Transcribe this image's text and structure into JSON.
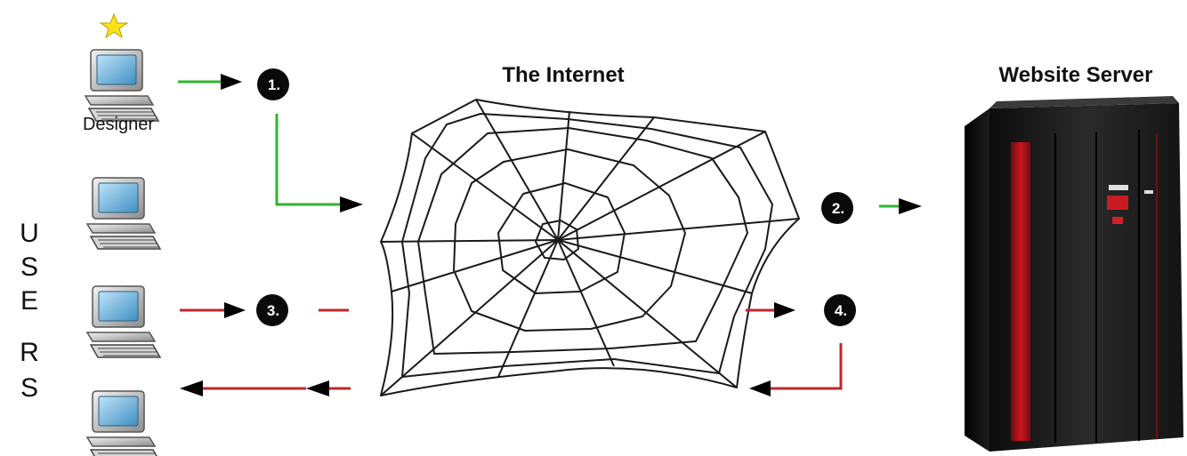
{
  "labels": {
    "internet_title": "The Internet",
    "server_title": "Website Server",
    "designer": "Designer",
    "users_letters": [
      "U",
      "S",
      "E",
      "R",
      "S"
    ]
  },
  "steps": [
    {
      "label": "1.",
      "flow": "upload"
    },
    {
      "label": "2.",
      "flow": "upload"
    },
    {
      "label": "3.",
      "flow": "request"
    },
    {
      "label": "4.",
      "flow": "request"
    }
  ],
  "icons": {
    "designer_computer": "computer-icon",
    "designer_badge": "star-icon",
    "user_computer": "computer-icon",
    "internet": "spider-web-icon",
    "server": "server-tower-icon"
  },
  "colors": {
    "upload_arrow": "#2fb52f",
    "request_arrow": "#c0272d",
    "arrow_head": "#000000",
    "server_body": "#1c1c1c",
    "server_accent": "#b0141c",
    "star": "#ffe21a"
  }
}
